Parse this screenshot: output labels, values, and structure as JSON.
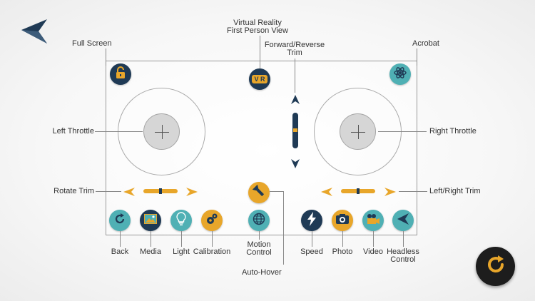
{
  "labels": {
    "full_screen": "Full Screen",
    "vr_line1": "Virtual Reality",
    "vr_line2": "First Person View",
    "fr_trim_line1": "Forward/Reverse",
    "fr_trim_line2": "Trim",
    "acrobat": "Acrobat",
    "left_throttle": "Left Throttle",
    "right_throttle": "Right Throttle",
    "rotate_trim": "Rotate Trim",
    "left_right_trim": "Left/Right Trim",
    "back": "Back",
    "media": "Media",
    "light": "Light",
    "calibration": "Calibration",
    "motion_line1": "Motion",
    "motion_line2": "Control",
    "auto_hover": "Auto-Hover",
    "speed": "Speed",
    "photo": "Photo",
    "video": "Video",
    "headless_line1": "Headless",
    "headless_line2": "Control"
  },
  "vr_badge": "V R",
  "colors": {
    "navy": "#1f3a55",
    "teal": "#4fb0b4",
    "orange": "#e8a62a",
    "dark": "#1d1d1d"
  },
  "icons": [
    "back-arrow-icon",
    "lock-icon",
    "vr-icon",
    "atom-icon",
    "rotate-icon",
    "picture-icon",
    "lightbulb-icon",
    "gears-icon",
    "globe-icon",
    "flashlight-icon",
    "lightning-icon",
    "camera-icon",
    "video-camera-icon",
    "compass-arrow-icon",
    "refresh-icon"
  ]
}
